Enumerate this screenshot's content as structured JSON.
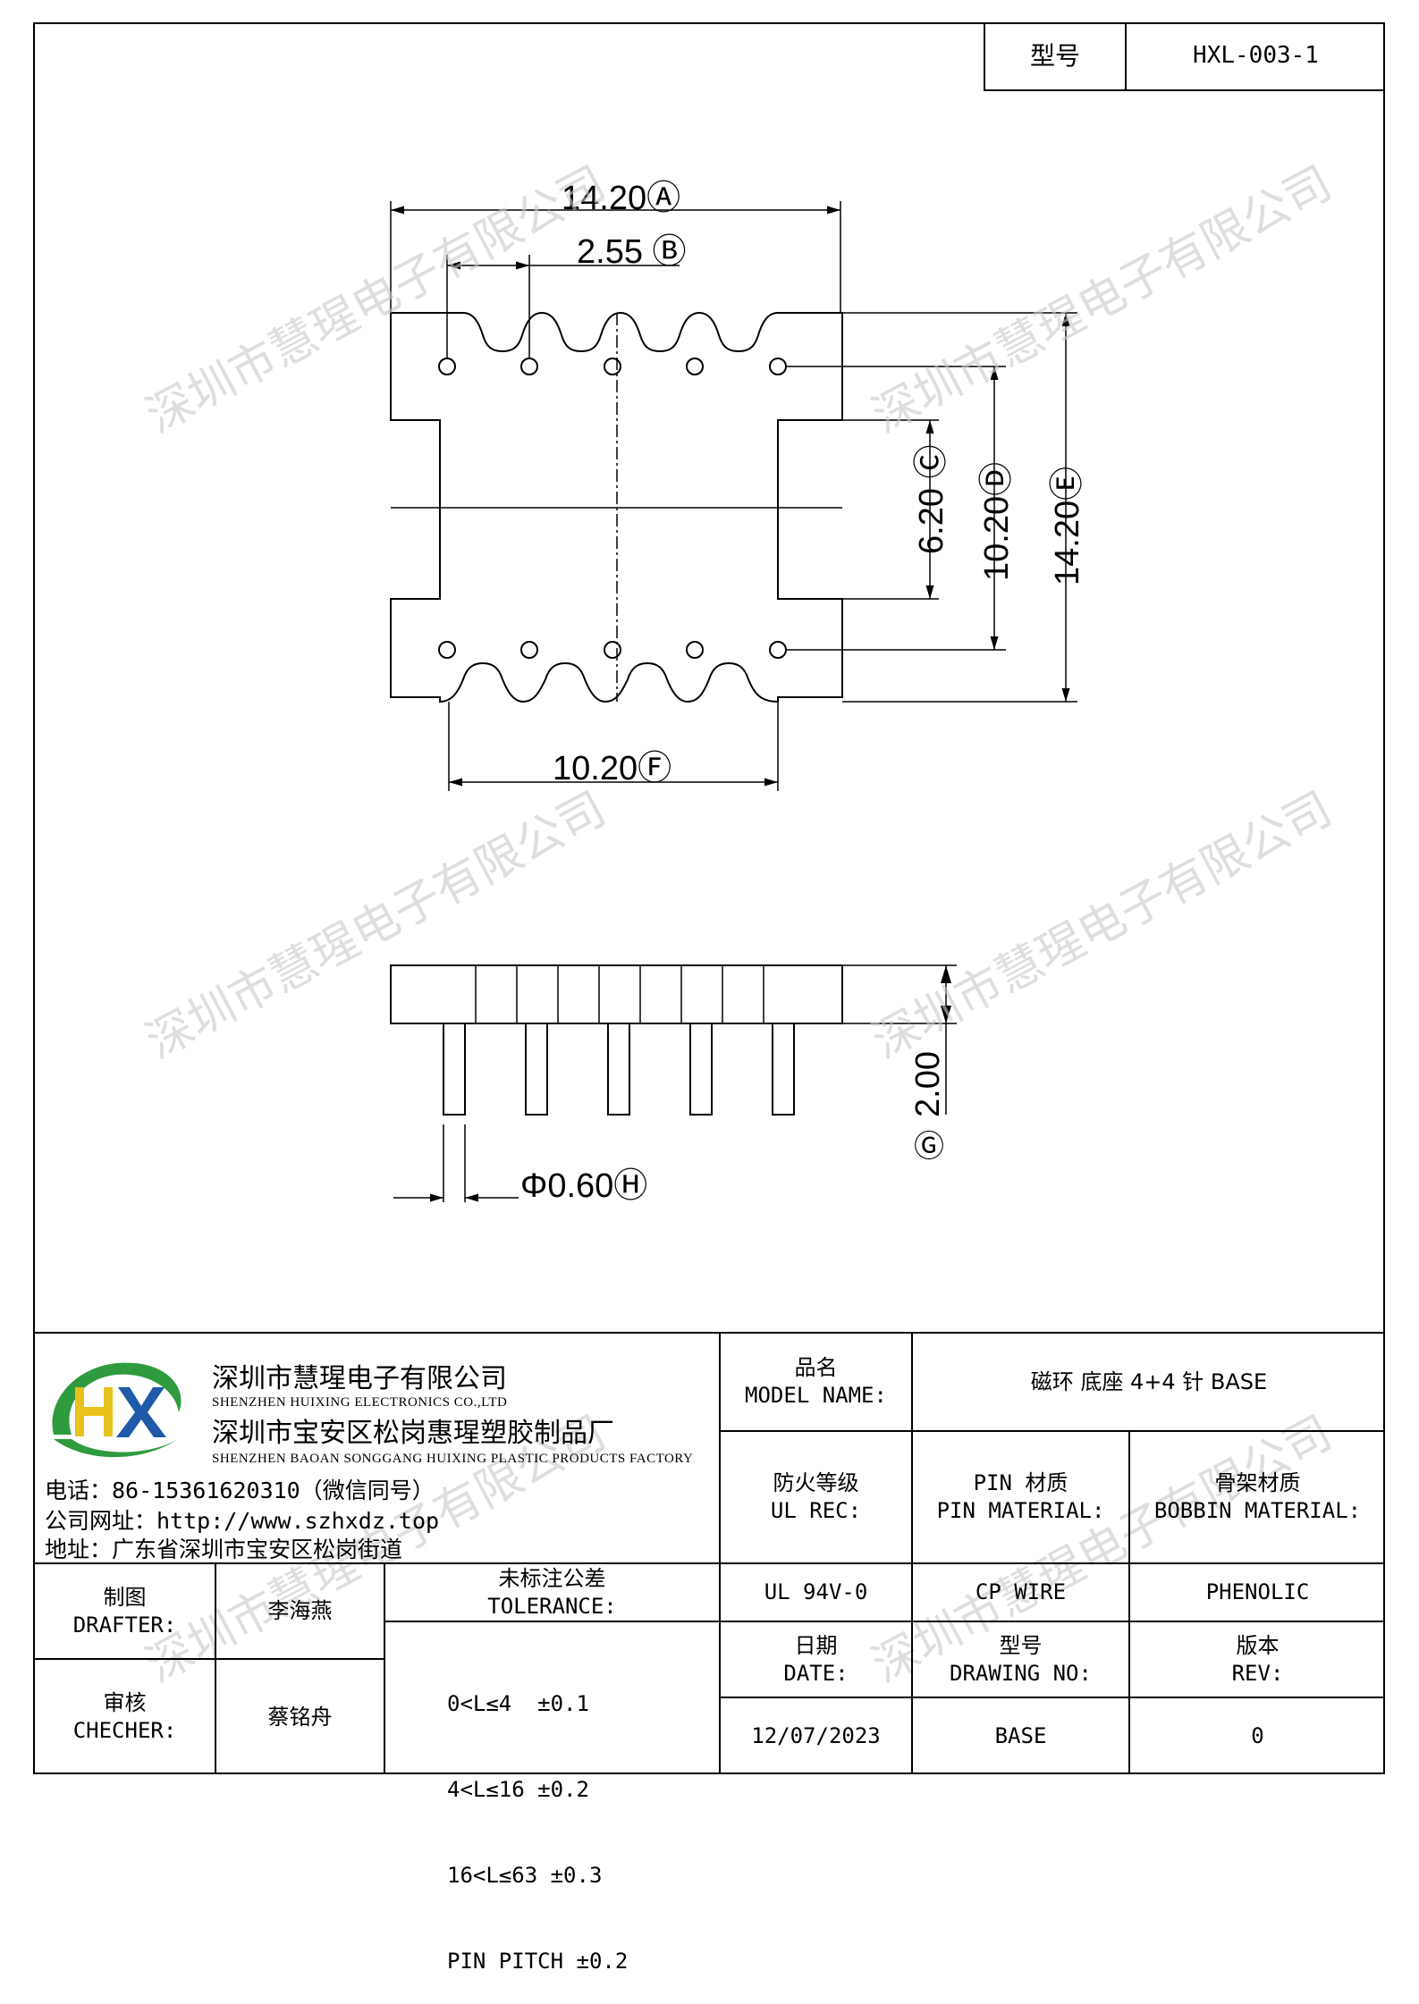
{
  "model_box": {
    "label": "型号",
    "value": "HXL-003-1"
  },
  "watermark": "深圳市慧瑆电子有限公司",
  "dimensions": {
    "a": "14.20Ⓐ",
    "b": "2.55 Ⓑ",
    "c": "6.20 Ⓒ",
    "d": "10.20Ⓓ",
    "e": "14.20Ⓔ",
    "f": "10.20Ⓕ",
    "g_value": "2.00",
    "g_mark": "Ⓖ",
    "h": "Φ0.60Ⓗ"
  },
  "company": {
    "logo_text": "HX",
    "name_cn": "深圳市慧瑆电子有限公司",
    "name_en": "SHENZHEN HUIXING ELECTRONICS CO.,LTD",
    "factory_cn": "深圳市宝安区松岗惠瑆塑胶制品厂",
    "factory_en": "SHENZHEN BAOAN SONGGANG HUIXING PLASTIC PRODUCTS FACTORY",
    "phone": "电话：86-15361620310（微信同号）",
    "website": "公司网址：http://www.szhxdz.top",
    "address": "地址：广东省深圳市宝安区松岗街道"
  },
  "title_block": {
    "model_name_label_cn": "品名",
    "model_name_label_en": "MODEL NAME:",
    "model_name_value": "磁环 底座 4+4 针 BASE",
    "ul_label_cn": "防火等级",
    "ul_label_en": "UL REC:",
    "pin_material_label_cn": "PIN 材质",
    "pin_material_label_en": "PIN MATERIAL:",
    "bobbin_material_label_cn": "骨架材质",
    "bobbin_material_label_en": "BOBBIN MATERIAL:",
    "ul_value": "UL 94V-0",
    "pin_material_value": "CP WIRE",
    "bobbin_material_value": "PHENOLIC",
    "drafter_label_cn": "制图",
    "drafter_label_en": "DRAFTER:",
    "drafter_value": "李海燕",
    "checker_label_cn": "审核",
    "checker_label_en": "CHECHER:",
    "checker_value": "蔡铭舟",
    "tolerance_label_cn": "未标注公差",
    "tolerance_label_en": "TOLERANCE:",
    "tolerance_lines": [
      "0<L≤4  ±0.1",
      "4<L≤16 ±0.2",
      "16<L≤63 ±0.3",
      "PIN PITCH ±0.2"
    ],
    "date_label_cn": "日期",
    "date_label_en": "DATE:",
    "date_value": "12/07/2023",
    "drawing_no_label_cn": "型号",
    "drawing_no_label_en": "DRAWING NO:",
    "drawing_no_value": "BASE",
    "rev_label_cn": "版本",
    "rev_label_en": "REV:",
    "rev_value": "0"
  },
  "colors": {
    "line": "#000000",
    "watermark": "#c9c9c9",
    "logo_green": "#2f9a3e",
    "logo_yellow": "#e8c21a",
    "logo_blue": "#1f5aa8"
  }
}
